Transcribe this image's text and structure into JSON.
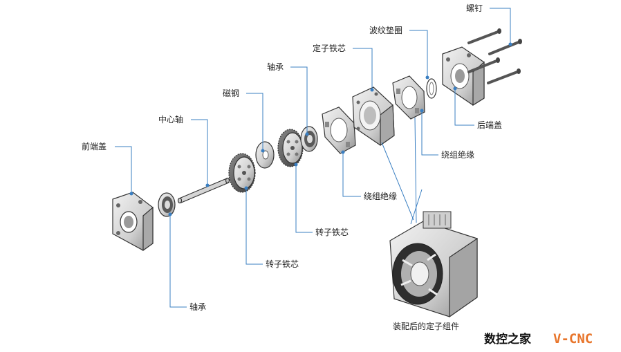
{
  "labels": {
    "front_cover": "前端盖",
    "center_shaft": "中心轴",
    "magnet_steel": "磁钢",
    "bearing_upper": "轴承",
    "stator_core": "定子铁芯",
    "wave_washer": "波纹垫圈",
    "screws": "螺钉",
    "rear_cover": "后端盖",
    "winding_insulation_right": "绕组绝缘",
    "winding_insulation_center": "绕组绝缘",
    "rotor_core_right": "转子铁芯",
    "rotor_core_left": "转子铁芯",
    "bearing_lower": "轴承",
    "assembled_caption": "装配后的定子组件"
  },
  "watermark": {
    "cn": "数控之家",
    "en": "V-CNC"
  },
  "colors": {
    "leader_line": "#3a7fc2",
    "watermark_en": "#e8752b",
    "part_fill": "#d9d9d9",
    "part_shadow": "#a8a8a8"
  }
}
